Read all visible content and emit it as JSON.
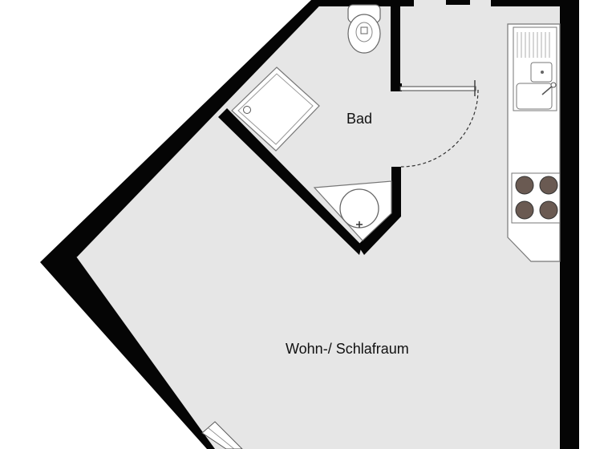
{
  "rooms": {
    "bathroom_label": "Bad",
    "living_label": "Wohn-/ Schlafraum"
  },
  "colors": {
    "wall": "#050505",
    "floor": "#e6e6e6",
    "fixture": "#ffffff",
    "fixture_stroke": "#555555",
    "burner": "#6a5a52",
    "background": "#ffffff"
  },
  "icons": {
    "toilet": "toilet-icon",
    "shower": "shower-tray-icon",
    "sink": "corner-sink-icon",
    "kitchen_sink": "kitchen-sink-icon",
    "stove": "stove-burners-icon",
    "door_swing": "door-swing-arc",
    "window": "window-icon"
  }
}
